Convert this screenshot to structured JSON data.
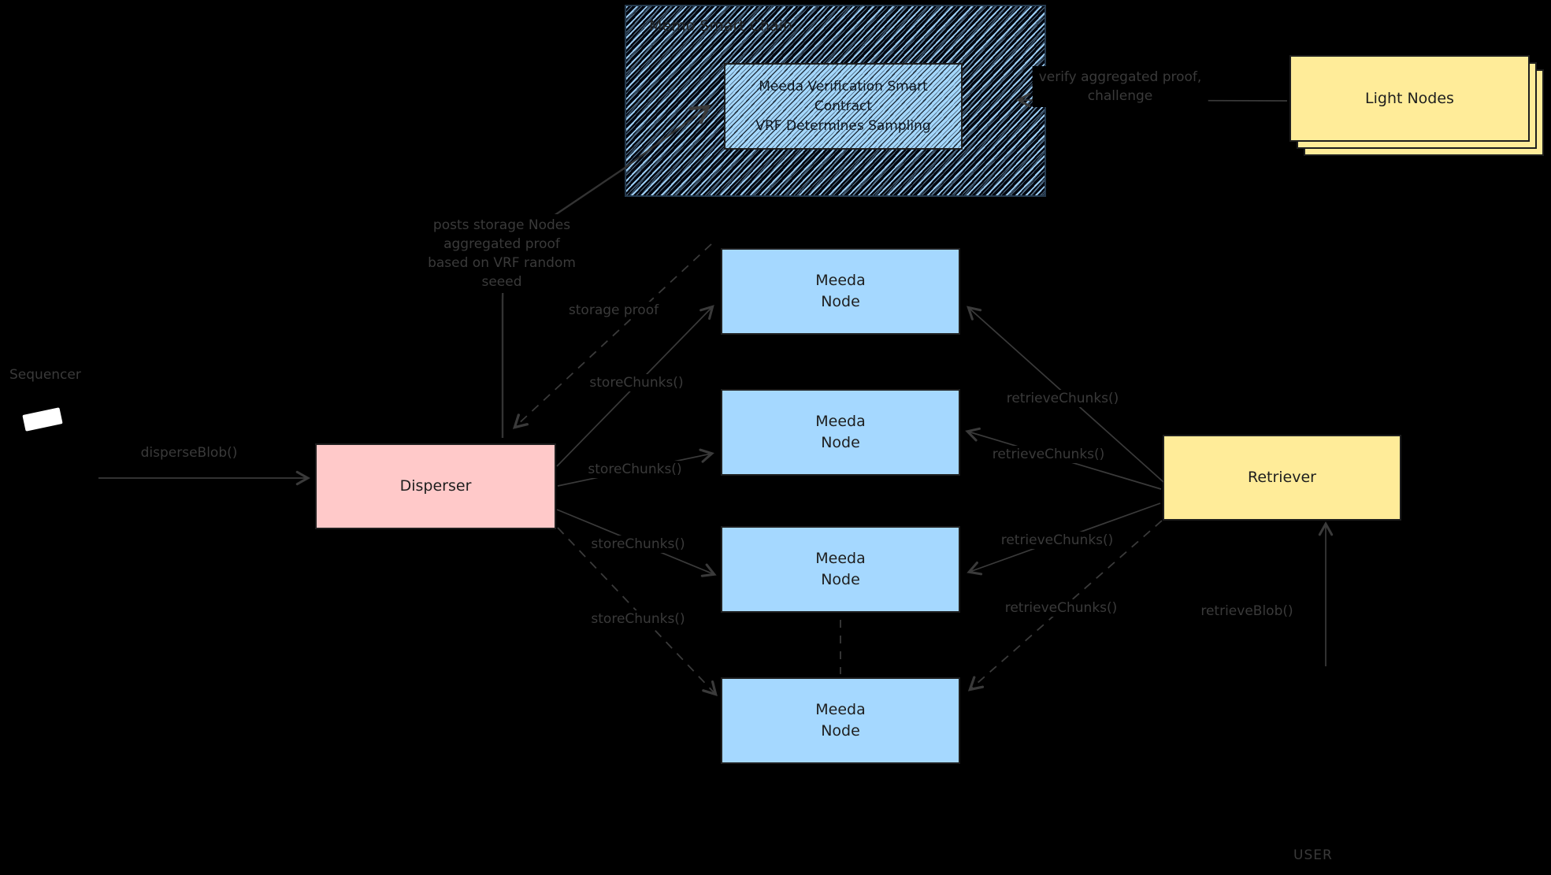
{
  "diagram": {
    "chain": {
      "title": "Memo Smart Chain",
      "contract_lines": [
        "Meeda Verification Smart",
        "Contract",
        "VRF Determines Sampling"
      ]
    },
    "light_nodes": {
      "label": "Light Nodes"
    },
    "disperser": {
      "label": "Disperser"
    },
    "retriever": {
      "label": "Retriever"
    },
    "meeda_nodes": [
      {
        "line1": "Meeda",
        "line2": "Node"
      },
      {
        "line1": "Meeda",
        "line2": "Node"
      },
      {
        "line1": "Meeda",
        "line2": "Node"
      },
      {
        "line1": "Meeda",
        "line2": "Node"
      }
    ],
    "actors": {
      "sequencer": "Sequencer",
      "user": "USER"
    },
    "edge_labels": {
      "disperse_blob": "disperseBlob()",
      "store_chunks": [
        "storeChunks()",
        "storeChunks()",
        "storeChunks()",
        "storeChunks()"
      ],
      "retrieve_chunks": [
        "retrieveChunks()",
        "retrieveChunks()",
        "retrieveChunks()",
        "retrieveChunks()"
      ],
      "retrieve_blob": "retrieveBlob()",
      "storage_proof": "storage proof",
      "posts_proof_lines": [
        "posts storage Nodes",
        "aggregated proof",
        "based on VRF random",
        "seeed"
      ],
      "verify_lines": [
        "verify aggregated proof,",
        "challenge"
      ]
    },
    "colors": {
      "background": "#000000",
      "node_fill": "#a5d8ff",
      "disperser_fill": "#ffc9c9",
      "retriever_fill": "#ffec99",
      "light_nodes_fill": "#ffec99",
      "box_text": "#1e1e1e",
      "line": "#3a3a3a"
    }
  }
}
